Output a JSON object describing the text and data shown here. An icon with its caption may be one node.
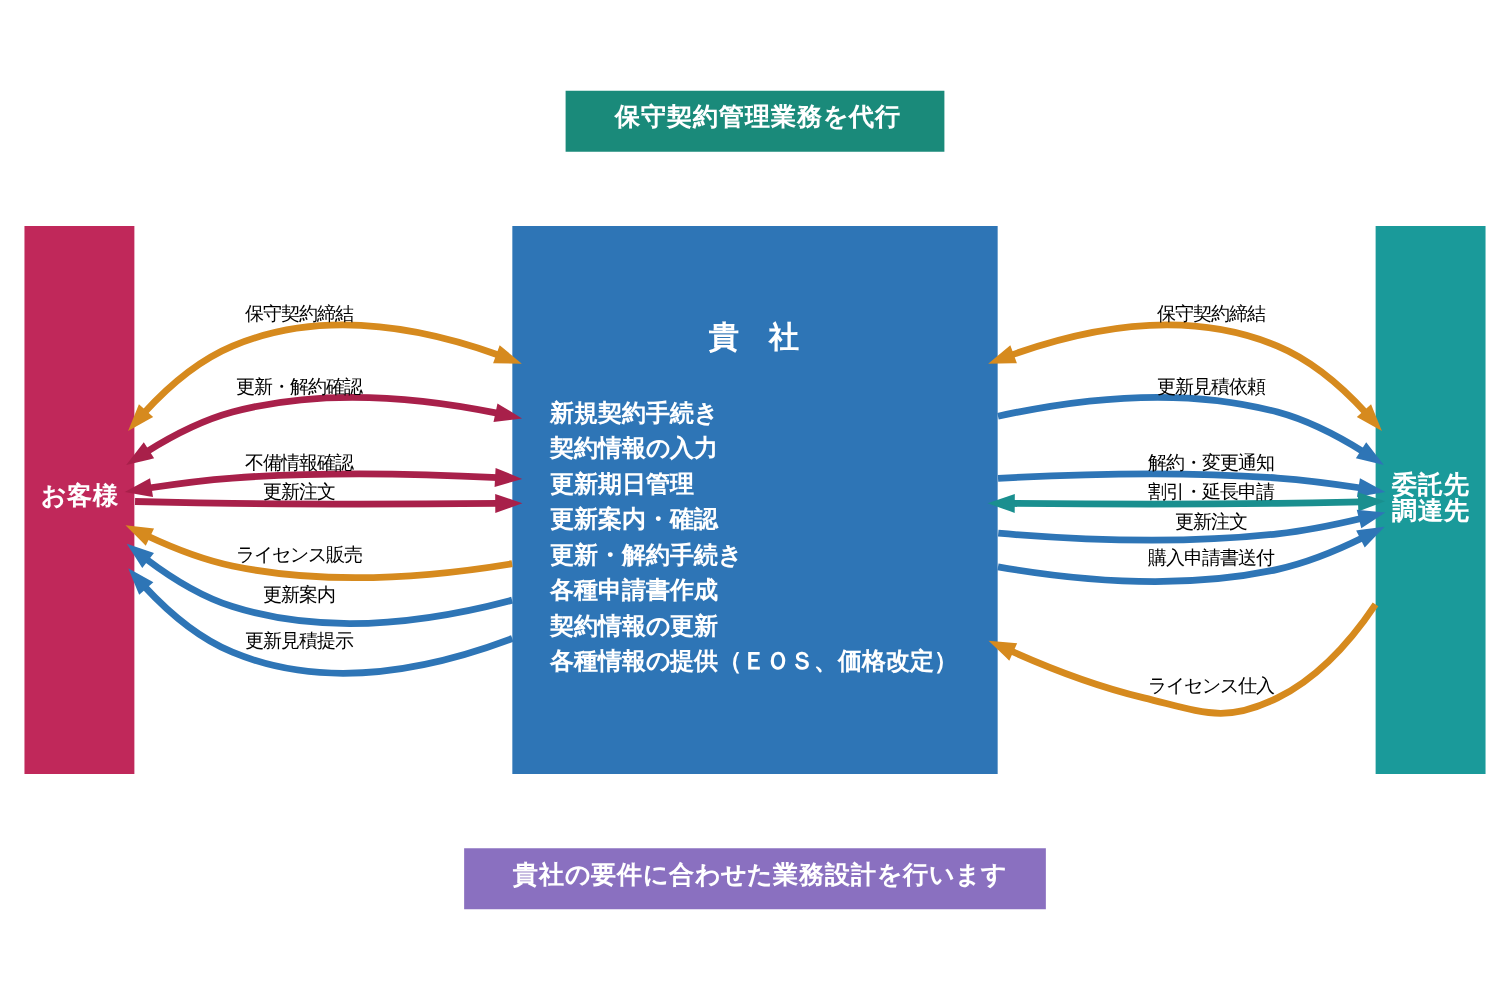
{
  "diagram": {
    "nodes": [
      {
        "text": [
          "保守契約管理業務を代行"
        ]
      },
      {
        "text": [
          "お客様"
        ]
      },
      {
        "text": [
          "貴　社",
          "新規契約手続き",
          "契約情報の入力",
          "更新期日管理",
          "更新案内・確認",
          "更新・解約手続き",
          "各種申請書作成",
          "契約情報の更新",
          "各種情報の提供（ＥＯＳ、価格改定）"
        ]
      },
      {
        "text": [
          "委託先",
          "調達先"
        ]
      },
      {
        "text": [
          "貴社の要件に合わせた業務設計を行います"
        ]
      }
    ],
    "edges": [
      {
        "from": 1,
        "to": 2,
        "arrow": "both",
        "label": "保守契約締結",
        "color": "#d68a1e"
      },
      {
        "from": 2,
        "to": 1,
        "arrow": "to",
        "label": "ライセンス販売",
        "color": "#d68a1e"
      },
      {
        "from": 2,
        "to": 1,
        "arrow": "to",
        "label": "更新案内"
      },
      {
        "from": 1,
        "to": 2,
        "arrow": "both",
        "label": "更新・解約確認",
        "color": "#a8204a"
      },
      {
        "from": 1,
        "to": 2,
        "arrow": "both",
        "label": "不備情報確認",
        "color": "#a8204a"
      },
      {
        "from": 2,
        "to": 1,
        "arrow": "to",
        "label": "更新見積提示"
      },
      {
        "from": 1,
        "to": 2,
        "arrow": "to",
        "label": "更新注文",
        "color": "#a8204a"
      },
      {
        "from": 2,
        "to": 3,
        "arrow": "both",
        "label": "保守契約締結",
        "color": "#d68a1e"
      },
      {
        "from": 3,
        "to": 2,
        "arrow": "to",
        "label": "ライセンス仕入",
        "color": "#d68a1e"
      },
      {
        "from": 2,
        "to": 3,
        "arrow": "to",
        "label": "更新見積依頼"
      },
      {
        "from": 2,
        "to": 3,
        "arrow": "to",
        "label": "解約・変更通知"
      },
      {
        "from": 2,
        "to": 3,
        "arrow": "both",
        "label": "割引・延長申請",
        "color": "#1a8f8f"
      },
      {
        "from": 2,
        "to": 3,
        "arrow": "to",
        "label": "更新注文"
      },
      {
        "from": 2,
        "to": 3,
        "arrow": "to",
        "label": "購入申請書送付"
      }
    ]
  }
}
